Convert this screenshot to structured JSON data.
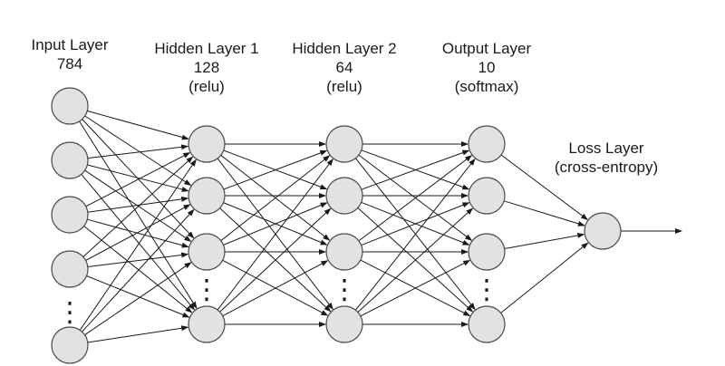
{
  "diagram": {
    "layers": [
      {
        "id": "input",
        "title": "Input Layer",
        "size": "784",
        "activation": "",
        "ellipsis": "⋮"
      },
      {
        "id": "hidden1",
        "title": "Hidden Layer 1",
        "size": "128",
        "activation": "(relu)",
        "ellipsis": "⋮"
      },
      {
        "id": "hidden2",
        "title": "Hidden Layer 2",
        "size": "64",
        "activation": "(relu)",
        "ellipsis": "⋮"
      },
      {
        "id": "output",
        "title": "Output Layer",
        "size": "10",
        "activation": "(softmax)",
        "ellipsis": "⋮"
      },
      {
        "id": "loss",
        "title": "Loss Layer",
        "size": "(cross-entropy)",
        "activation": ""
      }
    ],
    "colors": {
      "node_fill": "#e2e2e2",
      "node_stroke": "#4a4a4a",
      "edge": "#1a1a1a",
      "text": "#1a1a1a"
    }
  }
}
